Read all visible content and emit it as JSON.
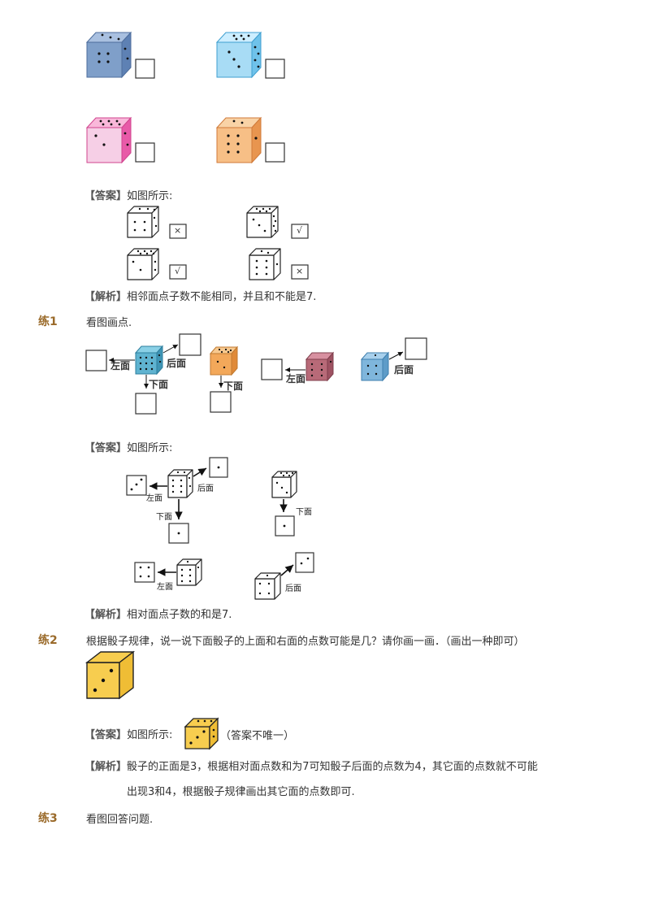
{
  "top_grid": {
    "cubes": [
      {
        "name": "cube-blue-dark",
        "colors": {
          "front": "#7f9fc9",
          "top": "#a9c0e0",
          "side": "#5e81b4"
        }
      },
      {
        "name": "cube-blue-light",
        "colors": {
          "front": "#a8dcf5",
          "top": "#cdeeff",
          "side": "#6fc2ea"
        }
      },
      {
        "name": "cube-pink",
        "colors": {
          "front": "#f6cfe6",
          "top": "#f9b8da",
          "side": "#e85aa8"
        }
      },
      {
        "name": "cube-orange",
        "colors": {
          "front": "#f7bf86",
          "top": "#f9d3a6",
          "side": "#e8954f"
        }
      }
    ]
  },
  "answer1": {
    "label": "【答案】",
    "text": "如图所示:",
    "marks": [
      "×",
      "√",
      "√",
      "×"
    ]
  },
  "analysis1": {
    "label": "【解析】",
    "text": "相邻面点子数不能相同，并且和不能是7."
  },
  "ex1": {
    "num": "练1",
    "text": "看图画点.",
    "labels": {
      "left": "左面",
      "back": "后面",
      "down": "下面"
    },
    "cube_colors": {
      "teal": "#5fb3d0",
      "orange": "#f3a85a",
      "rose": "#b86a78",
      "blue": "#7fb6dc"
    }
  },
  "answer2": {
    "label": "【答案】",
    "text": "如图所示:",
    "hand_labels": {
      "left": "左面",
      "back": "后面",
      "down": "下面"
    }
  },
  "analysis2": {
    "label": "【解析】",
    "text": "相对面点子数的和是7."
  },
  "ex2": {
    "num": "练2",
    "text": "根据骰子规律，说一说下面骰子的上面和右面的点数可能是几？请你画一画．（画出一种即可）",
    "cube_color": "#f7cd4f"
  },
  "answer3": {
    "label": "【答案】",
    "text": "如图所示:",
    "note": "（答案不唯一）"
  },
  "analysis3": {
    "label": "【解析】",
    "line1": "骰子的正面是3，根据相对面点数和为7可知骰子后面的点数为4，其它面的点数就不可能",
    "line2": "出现3和4，根据骰子规律画出其它面的点数即可."
  },
  "ex3": {
    "num": "练3",
    "text": "看图回答问题."
  }
}
